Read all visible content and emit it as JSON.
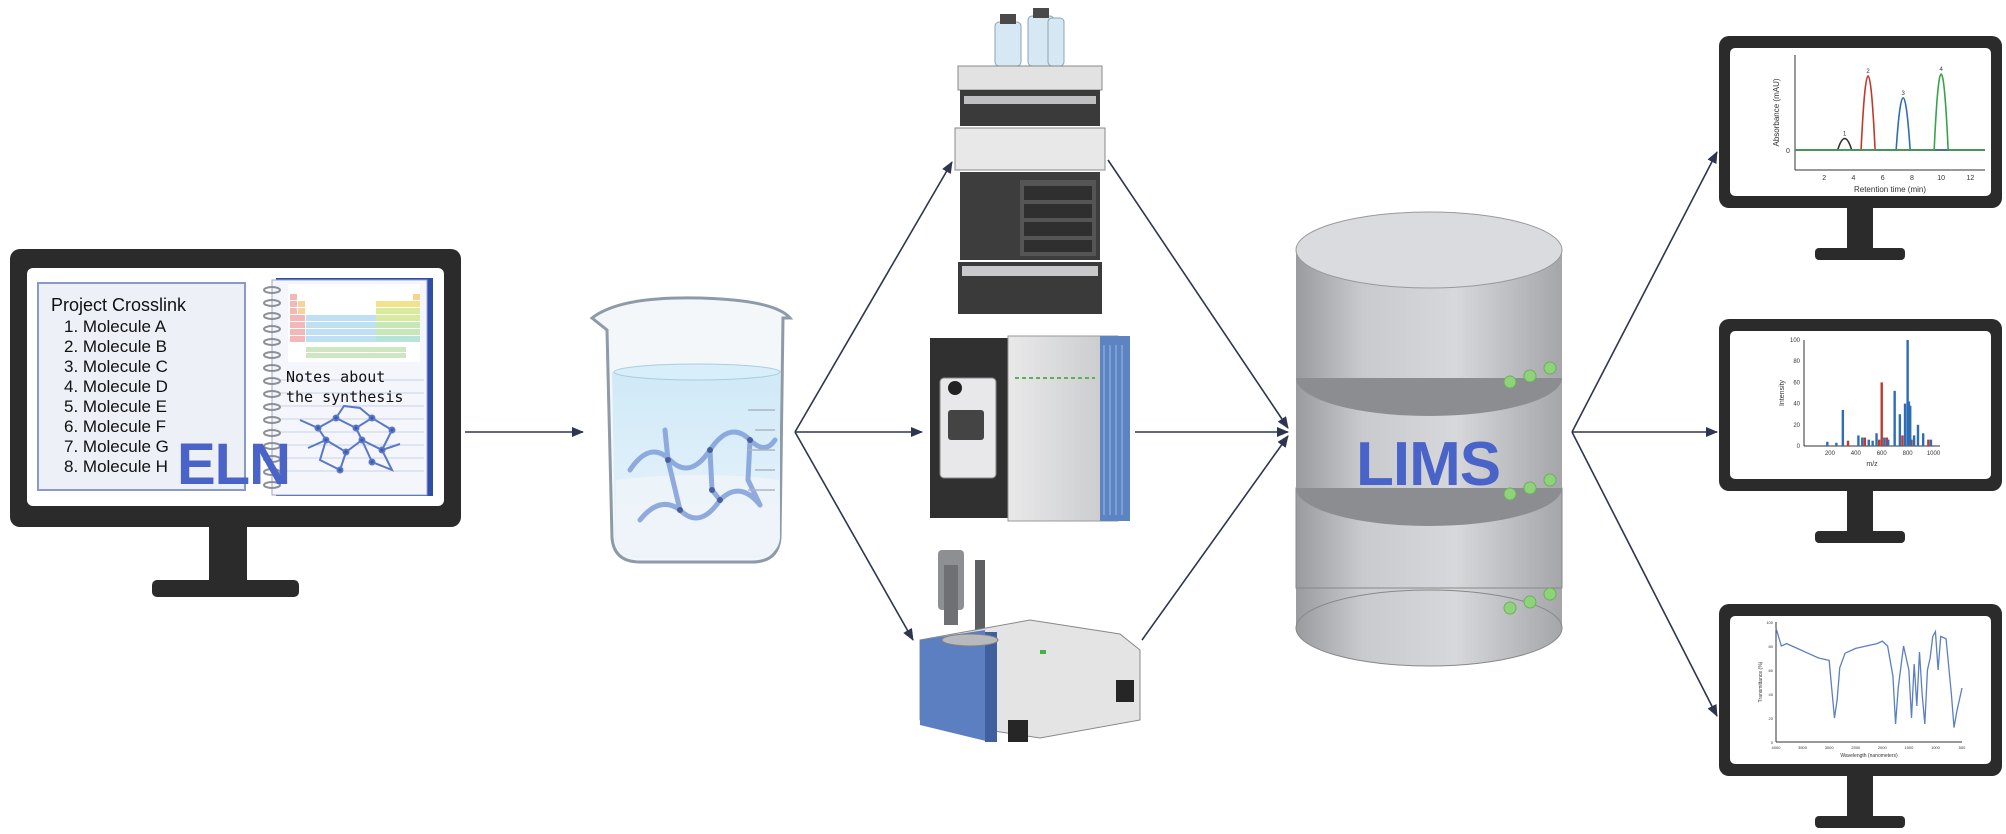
{
  "eln": {
    "project_title": "Project Crosslink",
    "molecules": [
      "Molecule A",
      "Molecule B",
      "Molecule C",
      "Molecule D",
      "Molecule E",
      "Molecule F",
      "Molecule G",
      "Molecule H"
    ],
    "notes_line1": "Notes about",
    "notes_line2": "the synthesis",
    "label": "ELN"
  },
  "lims": {
    "label": "LIMS"
  },
  "colors": {
    "accent": "#4a63c8",
    "arrow": "#2e3550",
    "monitor": "#2b2b2b",
    "red_series": "#c0392b",
    "blue_series": "#2e6db4",
    "green_series": "#3aa34a",
    "led": "#8ed37a"
  },
  "chart_data": [
    {
      "type": "line",
      "title": "",
      "xlabel": "Retention time (min)",
      "ylabel": "Absorbance (mAU)",
      "xticks": [
        "2",
        "4",
        "6",
        "8",
        "10",
        "12"
      ],
      "yticks": [
        "0"
      ],
      "xlim": [
        0,
        13
      ],
      "peak_labels": [
        "1",
        "2",
        "3",
        "4"
      ],
      "series": [
        {
          "color": "#333333",
          "peaks": [
            {
              "x": 3.4,
              "height": 0.12
            }
          ]
        },
        {
          "color": "#c0392b",
          "peaks": [
            {
              "x": 5.0,
              "height": 0.78
            }
          ]
        },
        {
          "color": "#2e6db4",
          "peaks": [
            {
              "x": 7.4,
              "height": 0.55
            }
          ]
        },
        {
          "color": "#3aa34a",
          "peaks": [
            {
              "x": 10.0,
              "height": 0.8
            }
          ]
        }
      ]
    },
    {
      "type": "bar",
      "title": "",
      "xlabel": "m/z",
      "ylabel": "Intensity",
      "xticks": [
        "200",
        "400",
        "600",
        "800",
        "1000"
      ],
      "yticks": [
        "0",
        "20",
        "40",
        "60",
        "80",
        "100"
      ],
      "xlim": [
        0,
        1050
      ],
      "ylim": [
        0,
        100
      ],
      "series": [
        {
          "color": "#c0392b",
          "x": [
            340,
            470,
            580,
            600,
            640,
            760,
            830,
            960
          ],
          "values": [
            5,
            8,
            6,
            60,
            8,
            10,
            6,
            6
          ]
        },
        {
          "color": "#2e6db4",
          "x": [
            180,
            250,
            300,
            420,
            450,
            500,
            530,
            560,
            620,
            650,
            700,
            740,
            780,
            800,
            810,
            820,
            850,
            880,
            920,
            980
          ],
          "values": [
            4,
            3,
            34,
            10,
            8,
            6,
            5,
            12,
            8,
            6,
            52,
            30,
            40,
            100,
            42,
            38,
            10,
            20,
            12,
            6
          ]
        }
      ]
    },
    {
      "type": "line",
      "title": "",
      "xlabel": "Wavelength (nanometers)",
      "ylabel": "Transmittance (%)",
      "xticks": [
        "4000",
        "3500",
        "3000",
        "2500",
        "2000",
        "1500",
        "1000",
        "500"
      ],
      "yticks": [
        "0",
        "20",
        "40",
        "60",
        "80",
        "100"
      ],
      "ylim": [
        0,
        100
      ],
      "series": [
        {
          "color": "#5b7fc0",
          "x": [
            4000,
            3900,
            3800,
            3600,
            3400,
            3200,
            3000,
            2900,
            2850,
            2800,
            2700,
            2500,
            2300,
            2100,
            2000,
            1900,
            1800,
            1750,
            1700,
            1600,
            1500,
            1450,
            1400,
            1350,
            1300,
            1250,
            1200,
            1150,
            1100,
            1050,
            1000,
            950,
            900,
            800,
            700,
            650,
            600,
            500
          ],
          "values": [
            95,
            80,
            82,
            78,
            74,
            70,
            68,
            20,
            35,
            62,
            74,
            78,
            80,
            82,
            84,
            80,
            55,
            15,
            45,
            80,
            60,
            20,
            65,
            30,
            75,
            40,
            15,
            60,
            70,
            88,
            92,
            60,
            88,
            86,
            40,
            12,
            25,
            45
          ]
        }
      ]
    }
  ]
}
